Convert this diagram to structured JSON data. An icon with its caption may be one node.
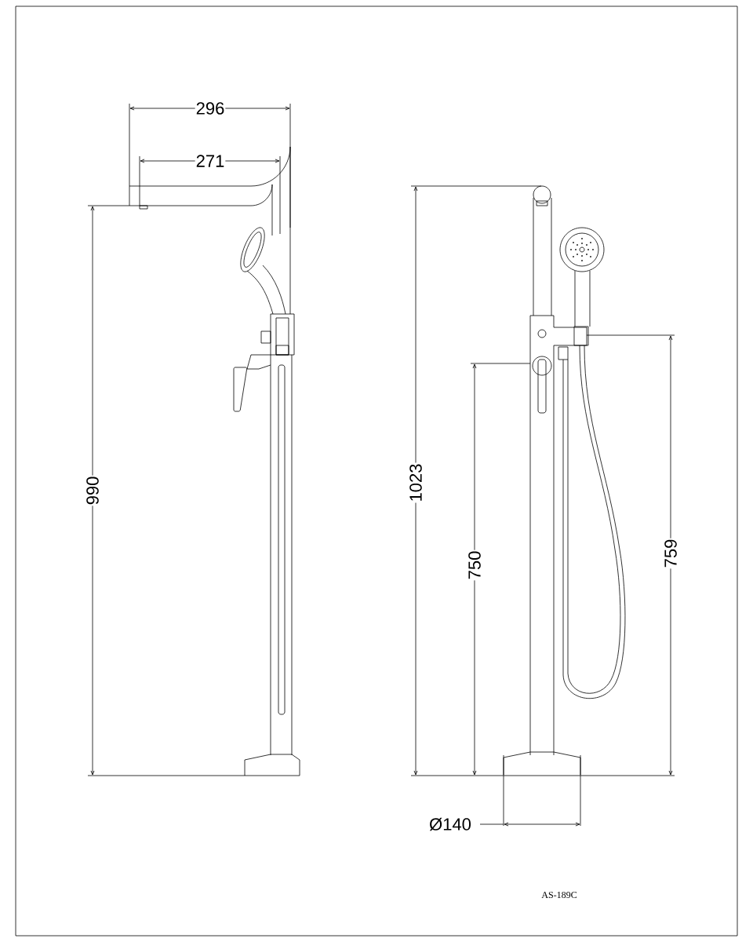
{
  "diagram": {
    "labels": [
      "296",
      "271",
      "990",
      "1023",
      "750",
      "759",
      "Ø140",
      "AS-189C"
    ]
  }
}
